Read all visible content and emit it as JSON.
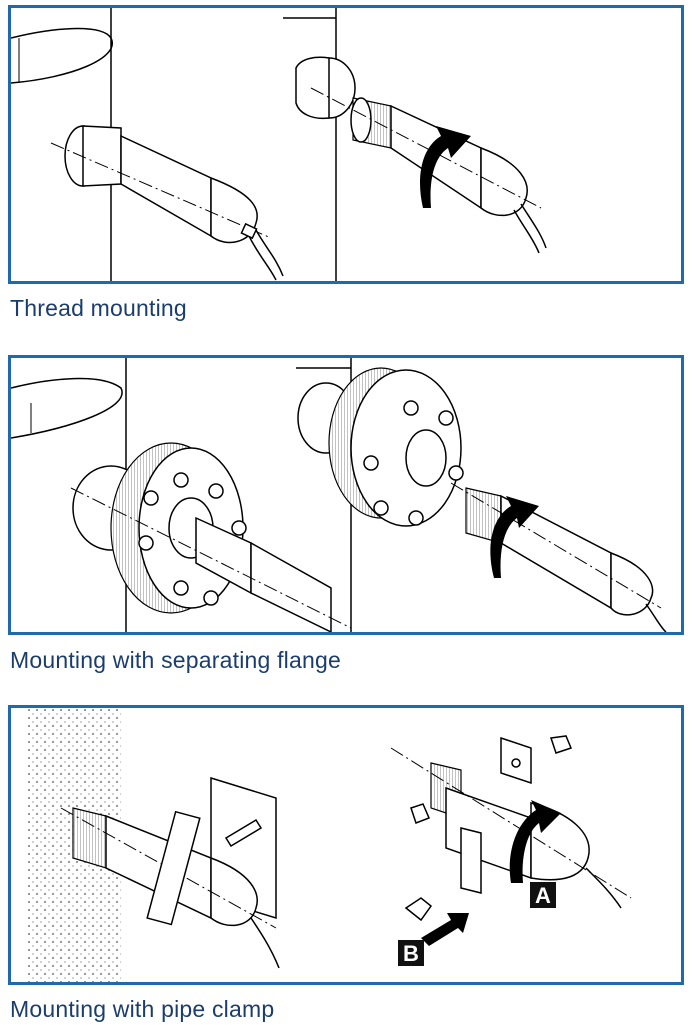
{
  "figures": [
    {
      "id": "thread",
      "caption": "Thread mounting"
    },
    {
      "id": "flange",
      "caption": "Mounting with separating flange"
    },
    {
      "id": "clamp",
      "caption": "Mounting with pipe clamp",
      "callouts": {
        "a": "A",
        "b": "B"
      }
    }
  ],
  "colors": {
    "frame": "#1f69ad",
    "caption_text": "#1b3d6e"
  },
  "icons": [
    "rotate-arrow-icon",
    "push-arrow-icon"
  ]
}
